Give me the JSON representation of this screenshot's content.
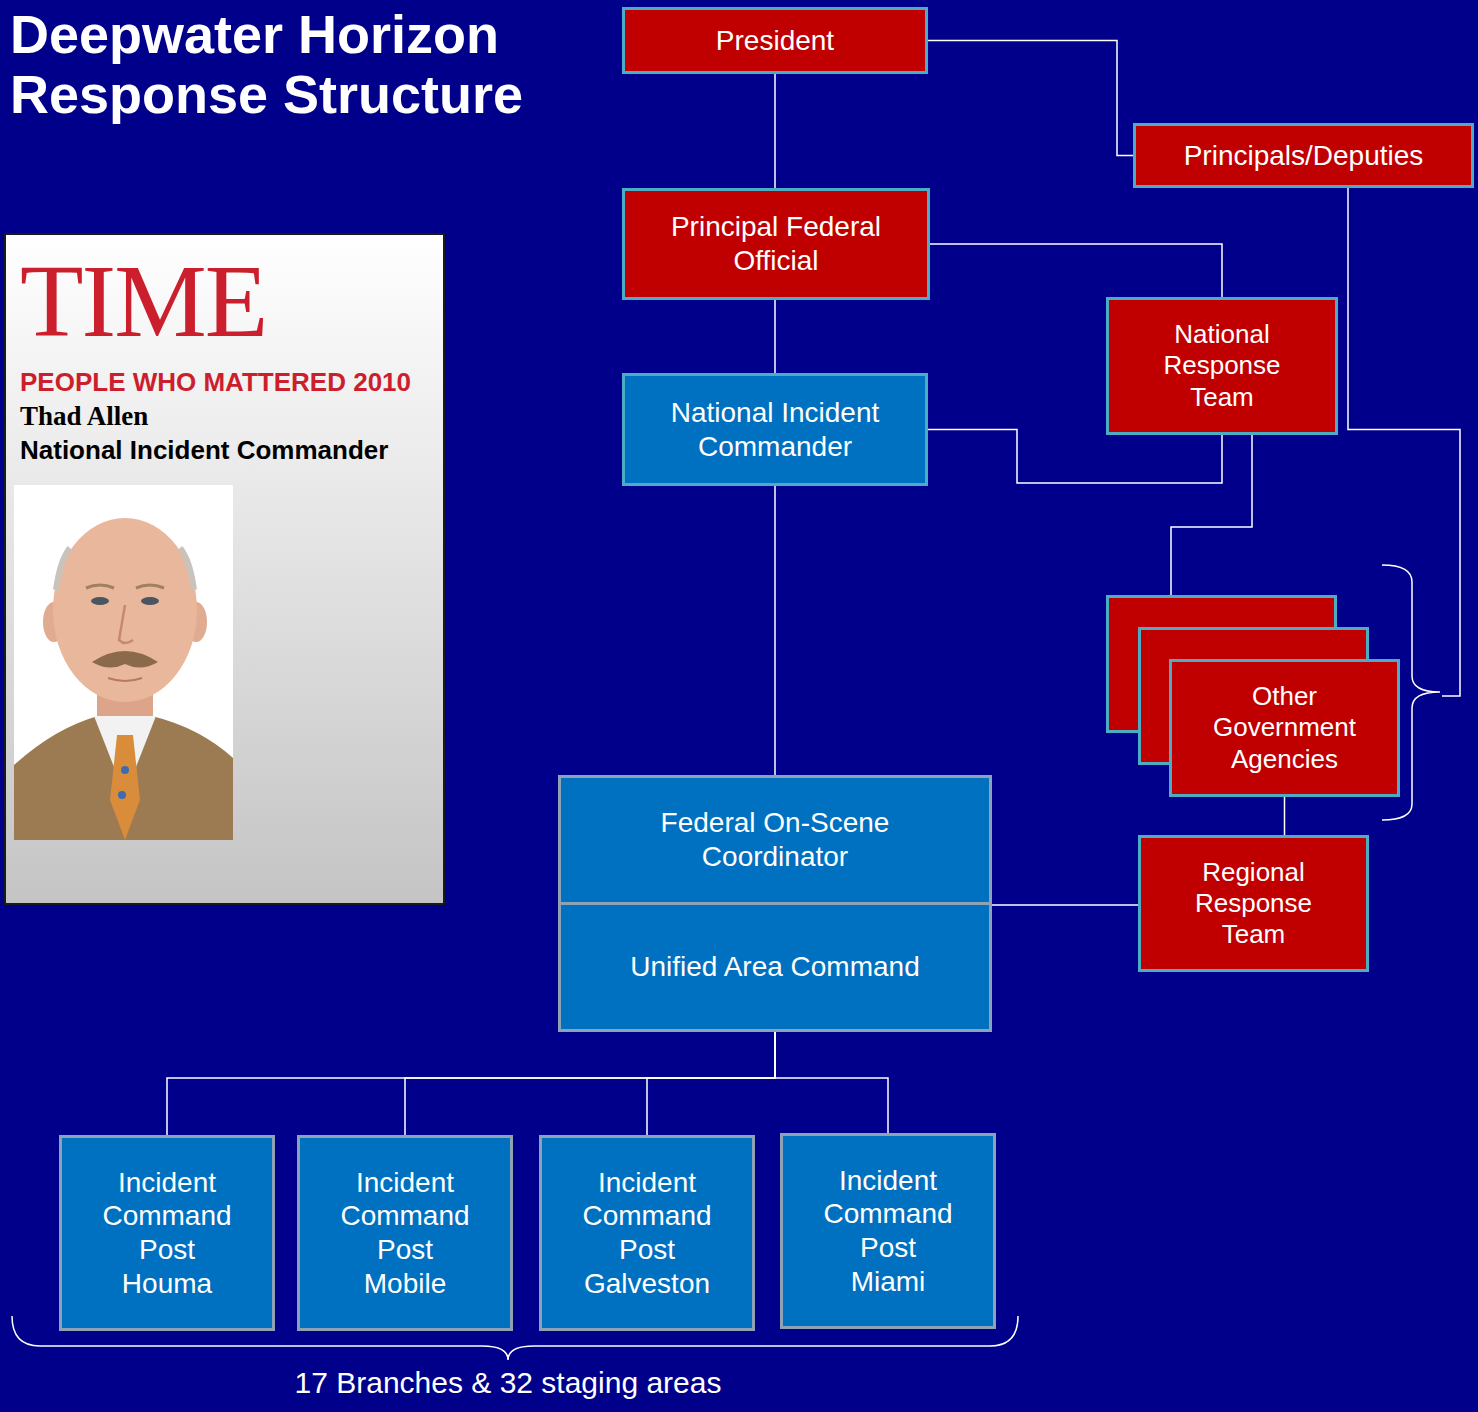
{
  "diagram": {
    "title": "Deepwater Horizon Response Structure",
    "nodes": [
      {
        "text": [
          "TIME",
          "PEOPLE WHO MATTERED 2010",
          "Thad Allen",
          "National Incident Commander"
        ]
      },
      {
        "text": [
          "President"
        ]
      },
      {
        "text": [
          "Principals/Deputies"
        ]
      },
      {
        "text": [
          "Principal Federal Official"
        ]
      },
      {
        "text": [
          "National Response Team"
        ]
      },
      {
        "text": [
          "National Incident Commander"
        ]
      },
      {
        "text": [
          "Other Government Agencies"
        ]
      },
      {
        "text": [
          "Federal On-Scene Coordinator"
        ]
      },
      {
        "text": [
          "Regional Response Team"
        ]
      },
      {
        "text": [
          "Unified Area Command"
        ]
      },
      {
        "text": [
          "Incident Command Post Houma"
        ]
      },
      {
        "text": [
          "Incident Command Post Mobile"
        ]
      },
      {
        "text": [
          "Incident Command Post Galveston"
        ]
      },
      {
        "text": [
          "Incident Command Post Miami"
        ]
      }
    ],
    "edges": [
      {
        "from": 1,
        "to": 3,
        "arrow": "none"
      },
      {
        "from": 1,
        "to": 2,
        "arrow": "none"
      },
      {
        "from": 3,
        "to": 4,
        "arrow": "none"
      },
      {
        "from": 3,
        "to": 5,
        "arrow": "none"
      },
      {
        "from": 5,
        "to": 4,
        "arrow": "none"
      },
      {
        "from": 4,
        "to": 6,
        "arrow": "none"
      },
      {
        "from": 2,
        "to": 6,
        "arrow": "none"
      },
      {
        "from": 5,
        "to": 7,
        "arrow": "none"
      },
      {
        "from": 6,
        "to": 8,
        "arrow": "none"
      },
      {
        "from": 7,
        "to": 8,
        "arrow": "none"
      },
      {
        "from": 9,
        "to": 10,
        "arrow": "none"
      },
      {
        "from": 9,
        "to": 11,
        "arrow": "none"
      },
      {
        "from": 9,
        "to": 12,
        "arrow": "none"
      },
      {
        "from": 9,
        "to": 13,
        "arrow": "none"
      }
    ],
    "labels": [
      "17 Branches & 32 staging areas"
    ]
  }
}
